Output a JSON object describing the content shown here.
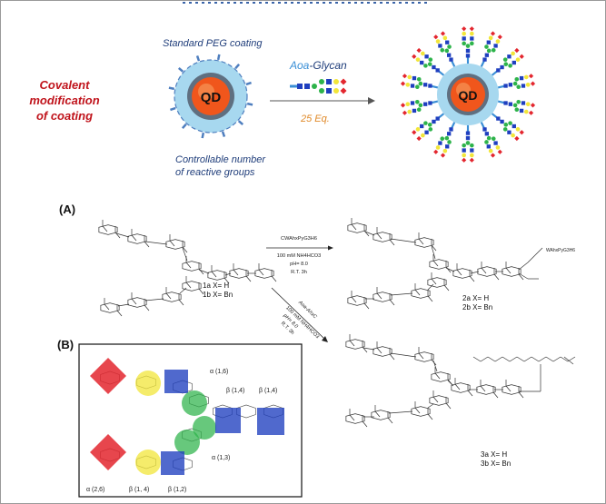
{
  "top_panel": {
    "left_heading": [
      "Covalent",
      "modification",
      "of coating"
    ],
    "standard_peg": "Standard PEG coating",
    "core_label": "QD",
    "controllable": [
      "Controllable number",
      "of reactive groups"
    ],
    "reagent_prefix": "Aoa",
    "reagent_suffix": "-Glycan",
    "equivalents": "25 Eq.",
    "product_core_label": "QD",
    "colors": {
      "heading_red": "#c0141c",
      "text_blue": "#1f3d7a",
      "aoa_blue": "#3a8fd6",
      "eq_orange": "#e08a2a",
      "shell_blue": "#a7d8ef",
      "core_orange": "#f0561c",
      "ring_gray": "#5f6f80",
      "glcnac_blue": "#1f3fbf",
      "man_green": "#2db34a",
      "gal_yellow": "#f2e63a",
      "neu_red": "#e3262e"
    }
  },
  "scheme_a": {
    "label": "(A)",
    "upper_conditions": [
      "CWAhxPyG3H6",
      "100 mM NH4HCO3",
      "pH= 8.0",
      "R.T. 3h"
    ],
    "lower_conditions": [
      "Aoa-AhxC",
      "100 mM NH4HCO3",
      "pH= 8.0",
      "R.T. 3h"
    ],
    "start_compounds": [
      "1a X= H",
      "1b X= Bn"
    ],
    "product_2": [
      "2a X= H",
      "2b X= Bn"
    ],
    "product_3": [
      "3a X= H",
      "3b X= Bn"
    ],
    "peptide_tag": "WAhxPyG3H6"
  },
  "scheme_b": {
    "label": "(B)",
    "linkages": [
      "α (2,6)",
      "β (1, 4)",
      "β (1,2)",
      "α (1,6)",
      "α (1,3)",
      "β (1,4)",
      "β (1,4)"
    ]
  }
}
